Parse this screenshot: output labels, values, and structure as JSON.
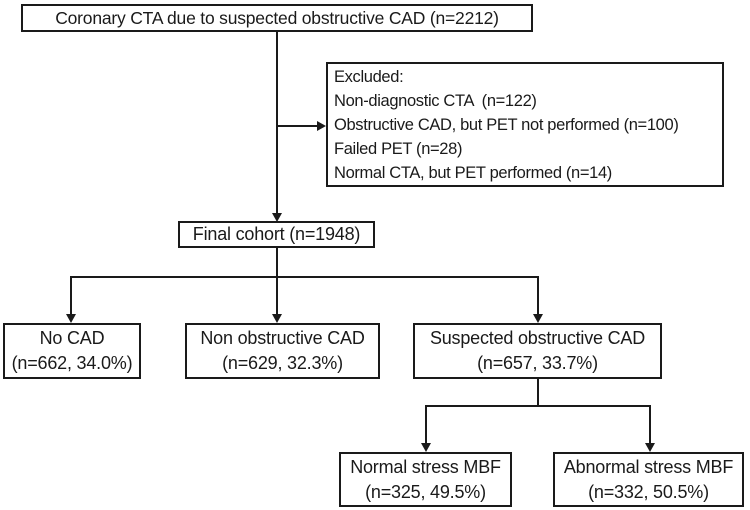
{
  "colors": {
    "border": "#1a1a1a",
    "text": "#1a1a1a",
    "background": "#ffffff"
  },
  "nodes": {
    "top": {
      "label": "Coronary CTA due to suspected obstructive CAD (n=2212)"
    },
    "excluded": {
      "title": "Excluded:",
      "items": [
        "Non-diagnostic CTA  (n=122)",
        "Obstructive CAD, but PET not performed (n=100)",
        "Failed PET (n=28)",
        "Normal CTA, but PET performed (n=14)"
      ]
    },
    "final_cohort": {
      "label": "Final cohort (n=1948)"
    },
    "no_cad": {
      "line1": "No CAD",
      "line2": "(n=662, 34.0%)"
    },
    "non_obstructive_cad": {
      "line1": "Non obstructive CAD",
      "line2": "(n=629, 32.3%)"
    },
    "suspected_obstructive_cad": {
      "line1": "Suspected obstructive CAD",
      "line2": "(n=657, 33.7%)"
    },
    "normal_stress_mbf": {
      "line1": "Normal stress MBF",
      "line2": "(n=325, 49.5%)"
    },
    "abnormal_stress_mbf": {
      "line1": "Abnormal stress MBF",
      "line2": "(n=332, 50.5%)"
    }
  }
}
